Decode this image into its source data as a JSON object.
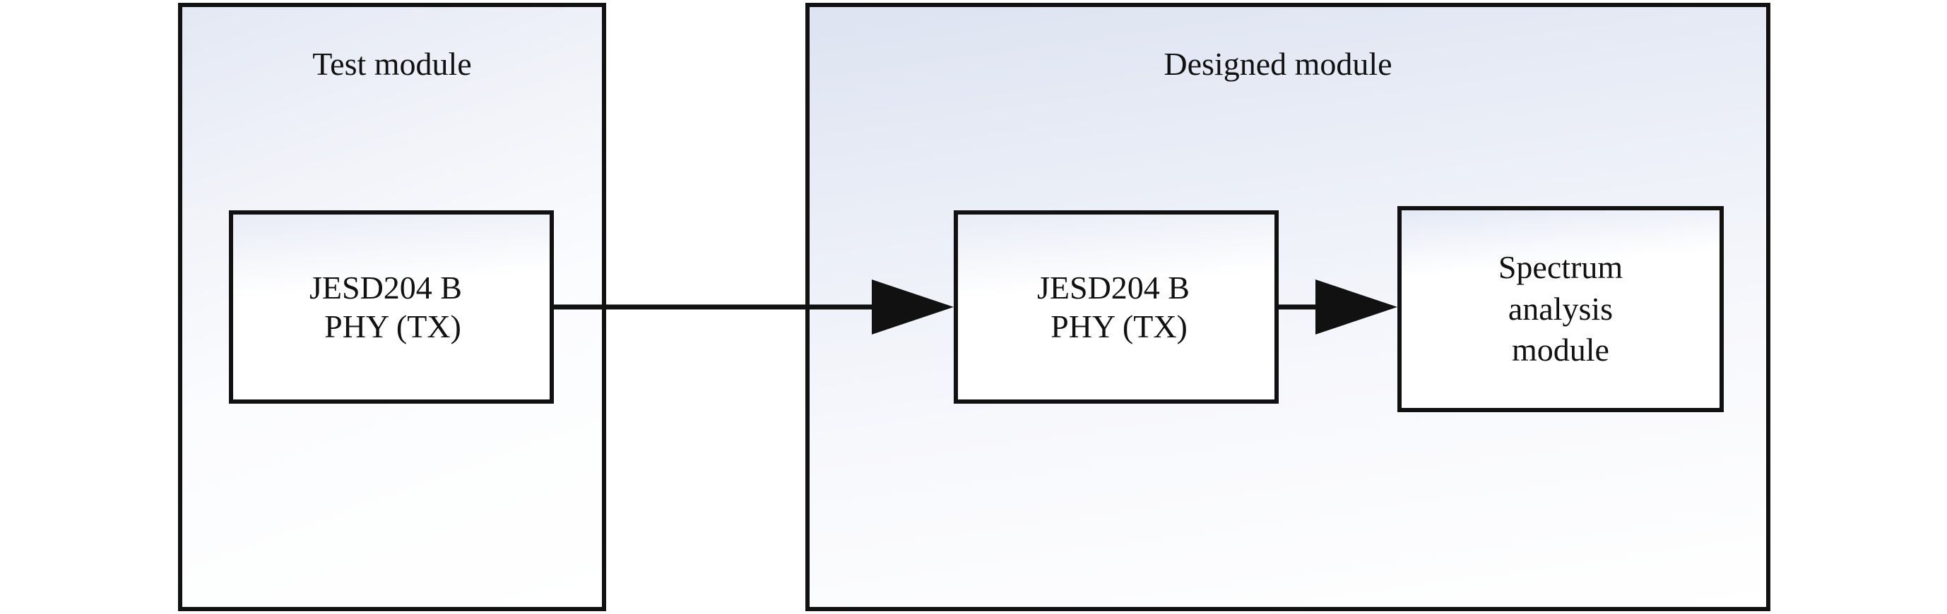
{
  "test_module": {
    "title": "Test module",
    "block": {
      "line1": "JESD204 B",
      "line2": "PHY (TX)"
    }
  },
  "designed_module": {
    "title": "Designed module",
    "tx_block": {
      "line1": "JESD204 B",
      "line2": "PHY (TX)"
    },
    "spectrum_block": {
      "line1": "Spectrum",
      "line2": "analysis",
      "line3": "module"
    }
  },
  "colors": {
    "stroke": "#111111",
    "panel_tint": "#e3e8f4"
  }
}
